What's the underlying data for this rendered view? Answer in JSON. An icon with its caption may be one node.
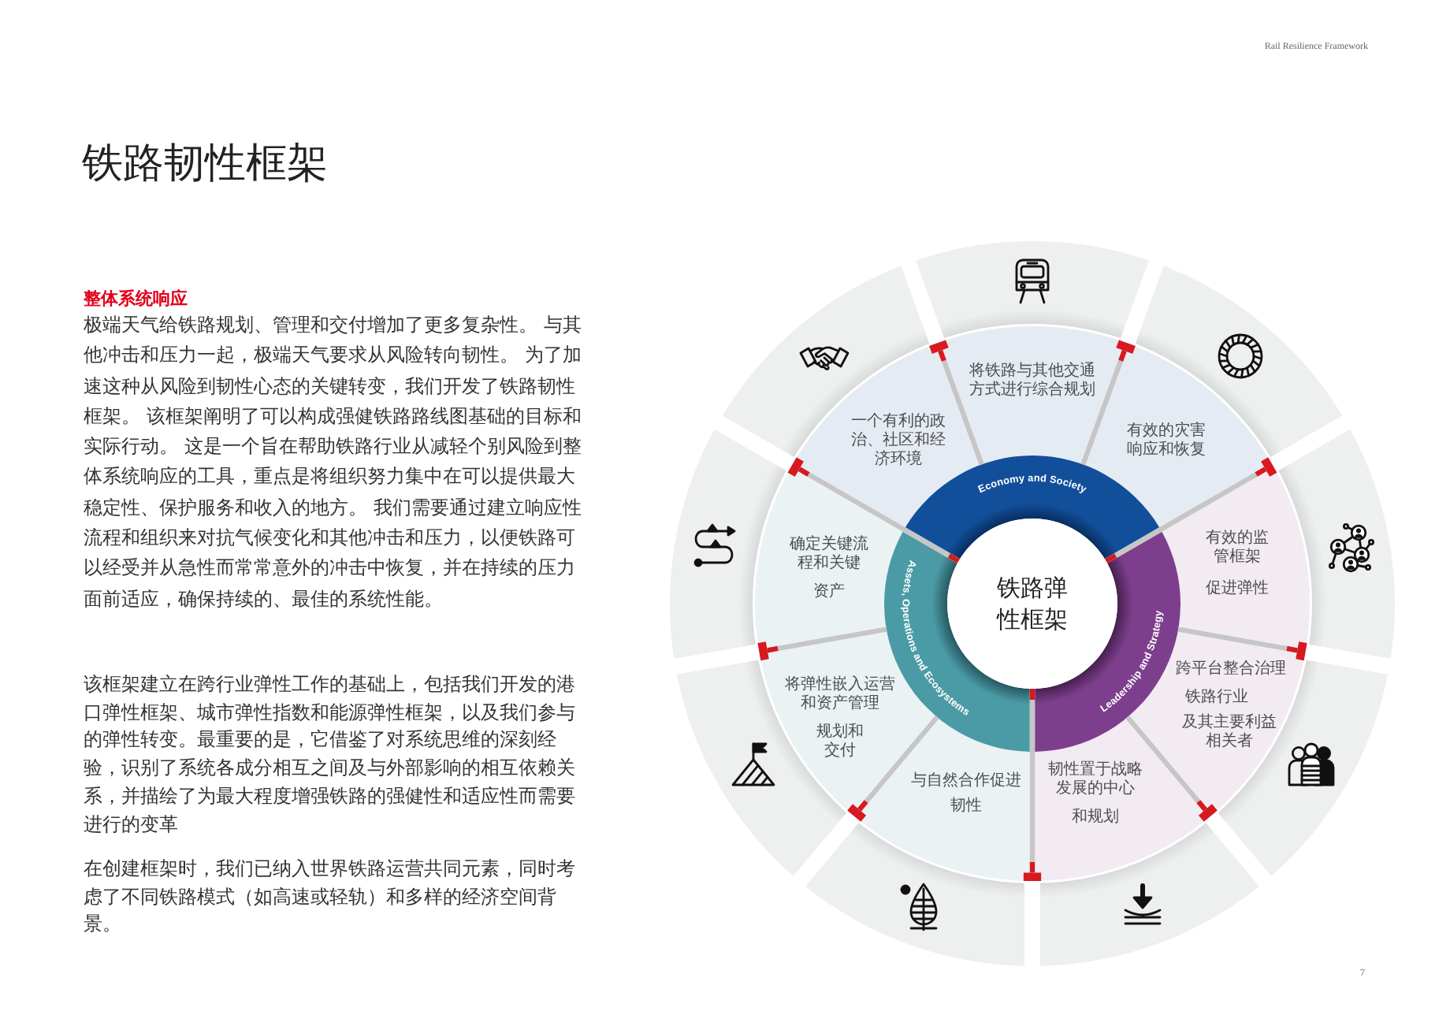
{
  "diagram": {
    "title": "铁路韧性框架",
    "nodes": [
      {
        "text": [
          "铁路弹性框架"
        ]
      },
      {
        "text": [
          "Economy and Society"
        ]
      },
      {
        "text": [
          "Leadership and Strategy"
        ]
      },
      {
        "text": [
          "Assets, Operations and Ecosystems"
        ]
      },
      {
        "text": [
          "将铁路与其他交通方式进行综合规划"
        ]
      },
      {
        "text": [
          "有效的灾害响应和恢复"
        ]
      },
      {
        "text": [
          "有效的监管框架",
          "促进弹性"
        ]
      },
      {
        "text": [
          "跨平台整合治理",
          "铁路行业",
          "及其主要利益相关者"
        ]
      },
      {
        "text": [
          "韧性置于战略发展的中心",
          "和规划"
        ]
      },
      {
        "text": [
          "与自然合作促进",
          "韧性"
        ]
      },
      {
        "text": [
          "将弹性嵌入运营和资产管理",
          "规划和交付"
        ]
      },
      {
        "text": [
          "确定关键流程和关键",
          "资产"
        ]
      },
      {
        "text": [
          "一个有利的政治、社区和经济环境"
        ]
      },
      {
        "text": [],
        "shape": "picture"
      },
      {
        "text": [],
        "shape": "picture"
      },
      {
        "text": [],
        "shape": "picture"
      },
      {
        "text": [],
        "shape": "picture"
      },
      {
        "text": [],
        "shape": "picture"
      },
      {
        "text": [],
        "shape": "picture"
      },
      {
        "text": [],
        "shape": "picture"
      },
      {
        "text": [],
        "shape": "picture"
      },
      {
        "text": [],
        "shape": "picture"
      }
    ],
    "labels": [
      "Rail Resilience Framework",
      "整体系统响应",
      "极端天气给铁路规划、管理和交付增加了更多复杂性。 与其他冲击和压力一起，极端天气要求从风险转向韧性。 为了加速这种从风险到韧性心态的关键转变，我们开发了铁路韧性框架。 该框架阐明了可以构成强健铁路路线图基础的目标和实际行动。 这是一个旨在帮助铁路行业从减轻个别风险到整体系统响应的工具，重点是将组织努力集中在可以提供最大稳定性、保护服务和收入的地方。 我们需要通过建立响应性流程和组织来对抗气候变化和其他冲击和压力，以便铁路可以经受并从急性而常常意外的冲击中恢复，并在持续的压力面前适应，确保持续的、最佳的系统性能。",
      "该框架建立在跨行业弹性工作的基础上，包括我们开发的港口弹性框架、城市弹性指数和能源弹性框架，以及我们参与的弹性转变。最重要的是，它借鉴了对系统思维的深刻经验，识别了系统各成分相互之间及与外部影响的相互依赖关系，并描绘了为最大程度增强铁路的强健性和适应性而需要进行的变革",
      "在创建框架时，我们已纳入世界铁路运营共同元素，同时考虑了不同铁路模式（如高速或轻轨）和多样的经济空间背景。",
      "7"
    ]
  }
}
